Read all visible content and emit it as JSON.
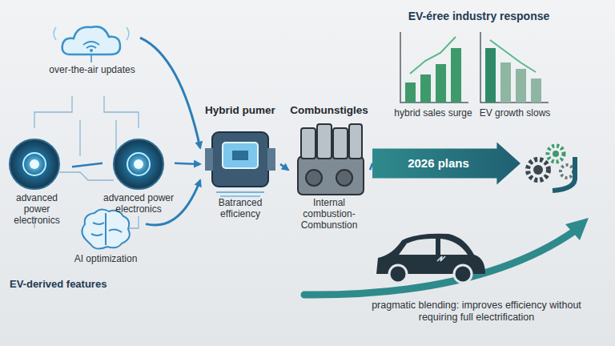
{
  "diagram": {
    "nodes": [
      {
        "text": [
          "over-the-air updates"
        ]
      },
      {
        "text": [
          "advanced power electronics"
        ]
      },
      {
        "text": [
          "advanced power electronics"
        ]
      },
      {
        "text": [
          "AI optimization"
        ]
      },
      {
        "text": [
          "Hybrid pumer",
          "Batranced efficiency"
        ]
      },
      {
        "text": [
          "Combunstigles",
          "Internal combustion- Combunstion"
        ]
      },
      {
        "text": [
          "2026 plans"
        ]
      },
      {
        "text": [
          "hybrid sales surge"
        ]
      },
      {
        "text": [
          "EV growth slows"
        ]
      }
    ],
    "edges": [
      {
        "from": 0,
        "to": 4,
        "arrow": "to"
      },
      {
        "from": 1,
        "to": 2,
        "arrow": "none"
      },
      {
        "from": 2,
        "to": 4,
        "arrow": "to"
      },
      {
        "from": 3,
        "to": 4,
        "arrow": "to"
      },
      {
        "from": 4,
        "to": 5,
        "arrow": "to"
      },
      {
        "from": 5,
        "to": 6,
        "arrow": "none"
      }
    ],
    "labels": [
      "EV-derived features",
      "EV-éree industry response",
      "pragmatic blending: improves efficiency without requiring full electrification"
    ]
  }
}
